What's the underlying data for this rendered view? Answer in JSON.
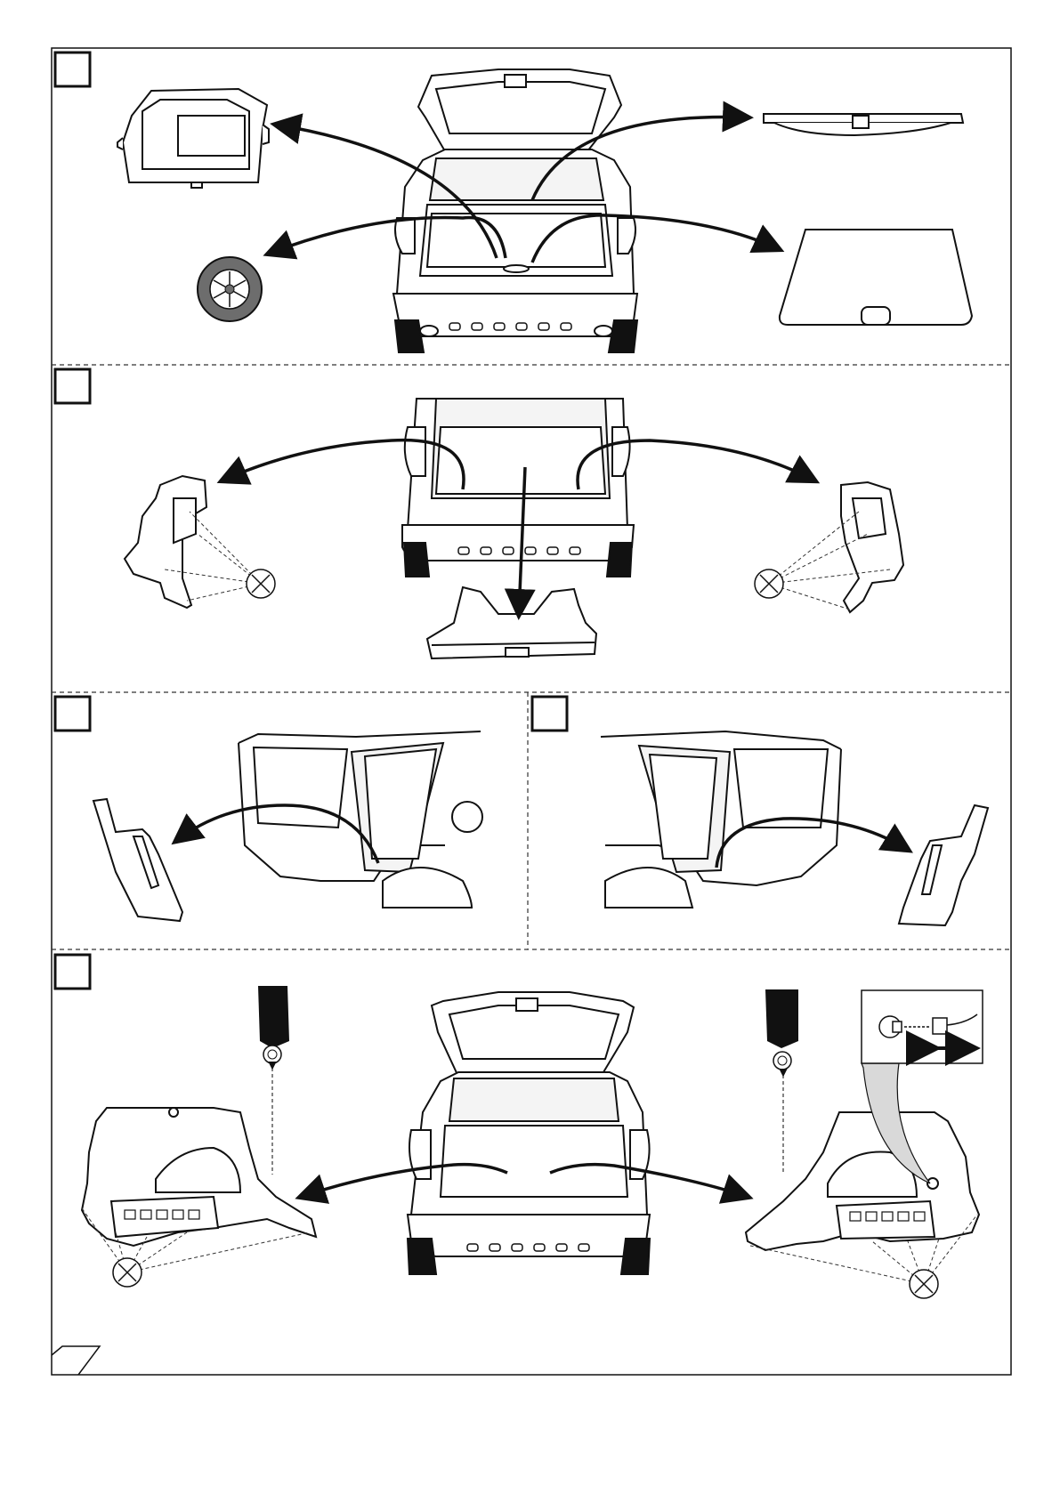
{
  "document": {
    "type": "installation-instruction-sheet",
    "steps": [
      {
        "id": "step-1",
        "label": "",
        "parts": [
          "boot-floor-tray-icon",
          "spare-wheel-icon",
          "parcel-shelf-cover-icon",
          "boot-floor-panel-icon"
        ]
      },
      {
        "id": "step-2",
        "label": "",
        "parts": [
          "left-side-trim-icon",
          "sill-trim-icon",
          "right-side-trim-icon"
        ]
      },
      {
        "id": "step-3a",
        "label": "",
        "parts": [
          "rear-door-trim-left-icon"
        ]
      },
      {
        "id": "step-3b",
        "label": "",
        "parts": [
          "rear-door-trim-right-icon"
        ]
      },
      {
        "id": "step-4",
        "label": "",
        "parts": [
          "left-quarter-panel-icon",
          "right-quarter-panel-icon",
          "connector-detail-icon"
        ]
      }
    ],
    "colors": {
      "line": "#111111",
      "dashed": "#333333",
      "tire": "#6d6d6d",
      "highlight": "#d9d9d9"
    }
  }
}
